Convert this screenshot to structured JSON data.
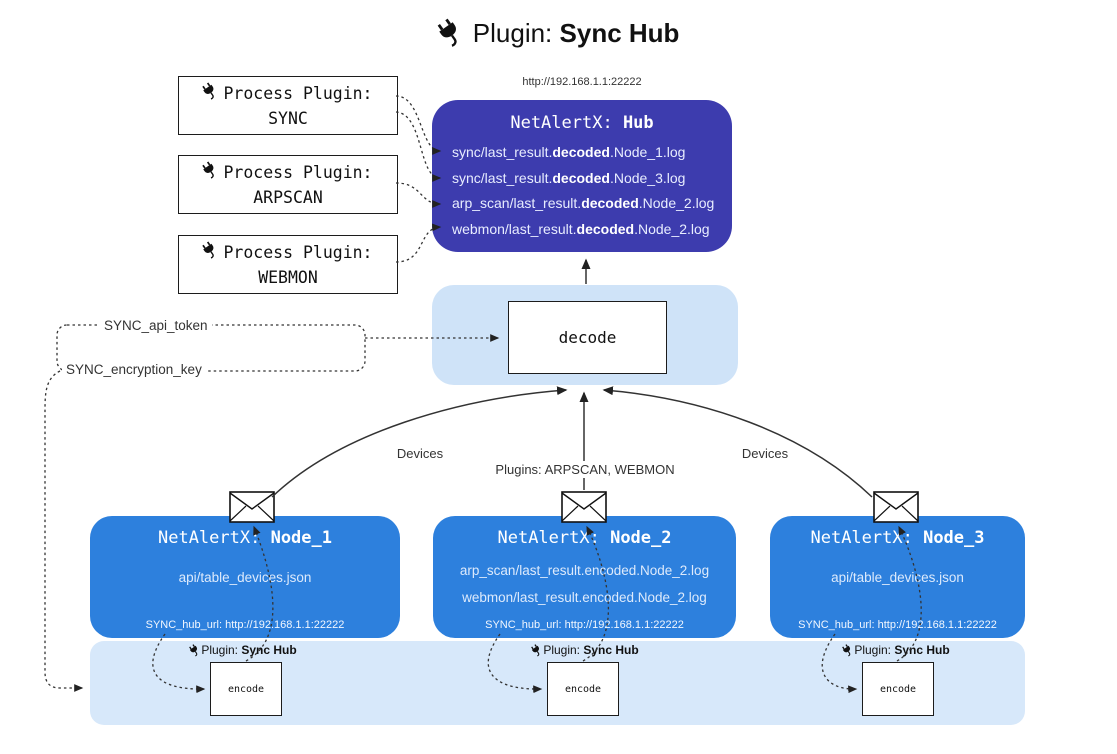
{
  "title": {
    "icon": "plug-icon",
    "prefix": "Plugin: ",
    "name": "Sync Hub"
  },
  "process_plugins": [
    {
      "icon": "plug-icon",
      "label": "Process Plugin:",
      "name": "SYNC"
    },
    {
      "icon": "plug-icon",
      "label": "Process Plugin:",
      "name": "ARPSCAN"
    },
    {
      "icon": "plug-icon",
      "label": "Process Plugin:",
      "name": "WEBMON"
    }
  ],
  "hub": {
    "url": "http://192.168.1.1:22222",
    "title_prefix": "NetAlertX: ",
    "title_name": "Hub",
    "logs": [
      {
        "pre": "sync/last_result.",
        "em": "decoded",
        "post": ".Node_1.log"
      },
      {
        "pre": "sync/last_result.",
        "em": "decoded",
        "post": ".Node_3.log"
      },
      {
        "pre": "arp_scan/last_result.",
        "em": "decoded",
        "post": ".Node_2.log"
      },
      {
        "pre": "webmon/last_result.",
        "em": "decoded",
        "post": ".Node_2.log"
      }
    ]
  },
  "decode_label": "decode",
  "keys": {
    "api_token": "SYNC_api_token",
    "encryption_key": "SYNC_encryption_key"
  },
  "flow_labels": {
    "left": "Devices",
    "center": "Plugins: ARPSCAN, WEBMON",
    "right": "Devices"
  },
  "nodes": [
    {
      "title_prefix": "NetAlertX: ",
      "title_name": "Node_1",
      "lines": [
        "api/table_devices.json"
      ],
      "hub_url": "SYNC_hub_url: http://192.168.1.1:22222"
    },
    {
      "title_prefix": "NetAlertX: ",
      "title_name": "Node_2",
      "lines": [
        "arp_scan/last_result.encoded.Node_2.log",
        "webmon/last_result.encoded.Node_2.log"
      ],
      "hub_url": "SYNC_hub_url: http://192.168.1.1:22222"
    },
    {
      "title_prefix": "NetAlertX: ",
      "title_name": "Node_3",
      "lines": [
        "api/table_devices.json"
      ],
      "hub_url": "SYNC_hub_url: http://192.168.1.1:22222"
    }
  ],
  "encoders": [
    {
      "icon": "plug-icon",
      "label_prefix": "Plugin: ",
      "label_name": "Sync Hub",
      "box_label": "encode"
    },
    {
      "icon": "plug-icon",
      "label_prefix": "Plugin: ",
      "label_name": "Sync Hub",
      "box_label": "encode"
    },
    {
      "icon": "plug-icon",
      "label_prefix": "Plugin: ",
      "label_name": "Sync Hub",
      "box_label": "encode"
    }
  ],
  "icons": {
    "plug": "plug-icon",
    "envelope": "envelope-icon"
  },
  "colors": {
    "hub_bg": "#3d3cae",
    "node_bg": "#2d80dd",
    "panel_bg": "#cfe3f8",
    "band_bg": "#d7e8fa",
    "stroke": "#333333"
  }
}
